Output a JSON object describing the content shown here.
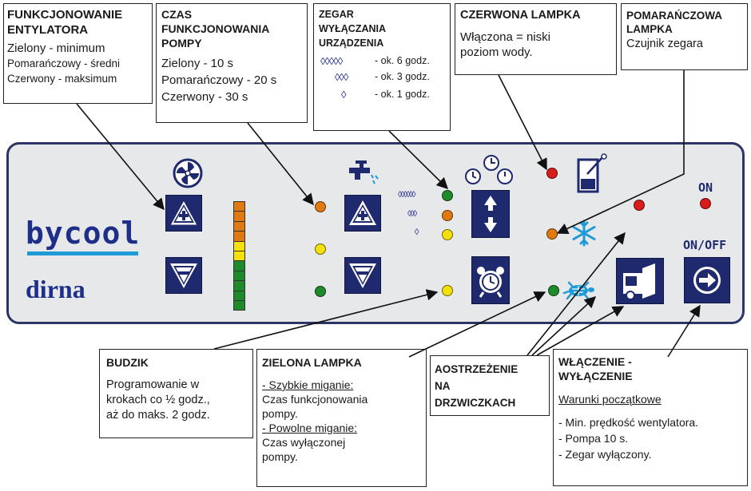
{
  "callouts": {
    "fan": {
      "title": "FUNKCJONOWANIE\nENTYLATORA",
      "lines": [
        "Zielony - minimum",
        "Pomarańczowy - średni",
        "Czerwony - maksimum"
      ]
    },
    "pump": {
      "title": "CZAS\nFUNKCJONOWANIA\nPOMPY",
      "lines": [
        "Zielony - 10 s",
        "Pomarańczowy - 20 s",
        "Czerwony - 30 s"
      ]
    },
    "timer": {
      "title": "ZEGAR\nWYŁĄCZANIA\nURZĄDZENIA",
      "rows": [
        {
          "symbol": "◊◊◊◊◊",
          "text": "- ok. 6 godz."
        },
        {
          "symbol": "◊◊◊",
          "text": "- ok. 3 godz."
        },
        {
          "symbol": "◊",
          "text": "- ok. 1 godz."
        }
      ]
    },
    "red_lamp": {
      "title": "CZERWONA LAMPKA",
      "text": "Włączona = niski\npoziom wody."
    },
    "orange_lamp": {
      "title": "POMARAŃCZOWA\nLAMPKA",
      "text": "Czujnik zegara"
    },
    "alarm": {
      "title": "BUDZIK",
      "text": "Programowanie w\nkrokach co ½ godz.,\naż do maks. 2 godz."
    },
    "green_lamp": {
      "title": "ZIELONA LAMPKA",
      "fast_label": "- Szybkie miganie:",
      "fast_text": "Czas funkcjonowania\npompy.",
      "slow_label": "- Powolne miganie:",
      "slow_text": "Czas wyłączonej\npompy."
    },
    "door": {
      "title": "AOSTRZEŻENIE\nNA\nDRZWICZKACH"
    },
    "power": {
      "title": "WŁĄCZENIE -\nWYŁĄCZENIE",
      "subtitle": "Warunki początkowe",
      "lines": [
        "- Min. prędkość wentylatora.",
        "- Pompa 10 s.",
        "- Zegar wyłączony."
      ]
    }
  },
  "panel": {
    "brand": "bycool",
    "model": "dirna",
    "on_label": "ON",
    "onoff_label": "ON/OFF",
    "timer_symbols": [
      "◊◊◊◊◊◊",
      "◊◊◊",
      "◊"
    ]
  },
  "colors": {
    "panel_border": "#2c3566",
    "button_fill": "#1f2a6e",
    "led_green": "#1f8a2a",
    "led_orange": "#e07a10",
    "led_yellow": "#f5e10a",
    "led_red": "#d81b1b",
    "brand_blue": "#1e2f8a"
  },
  "fan_level_bar": [
    "orange",
    "orange",
    "orange",
    "orange",
    "yellow",
    "yellow",
    "green",
    "green",
    "green",
    "green",
    "green"
  ]
}
